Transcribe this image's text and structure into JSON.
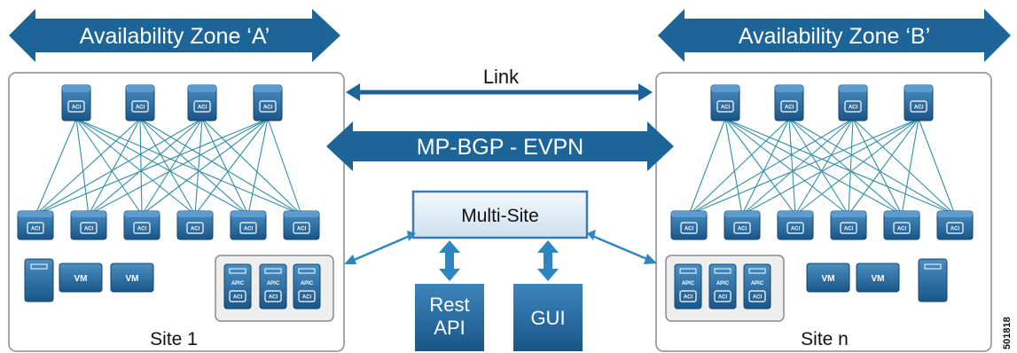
{
  "zones": {
    "a": "Availability Zone ‘A’",
    "b": "Availability Zone ‘B’"
  },
  "connections": {
    "link": "Link",
    "mpbgp": "MP-BGP - EVPN"
  },
  "orchestrator": {
    "label": "Multi-Site",
    "rest_api_line1": "Rest",
    "rest_api_line2": "API",
    "gui": "GUI"
  },
  "sites": {
    "left": "Site 1",
    "right": "Site n"
  },
  "device_labels": {
    "aci": "ACI",
    "apic": "APIC",
    "vm": "VM"
  },
  "figure_id": "501818",
  "colors": {
    "brand_blue": "#1d6598",
    "device_blue": "#1c5d8f",
    "orchestrator_fill": "#dfeaf5",
    "orchestrator_border": "#3c7ab0",
    "arrow_light": "#2e86c1",
    "mesh_line": "#2f8fa6",
    "site_border": "#8a8a8a",
    "cluster_fill": "#eeeeee"
  }
}
